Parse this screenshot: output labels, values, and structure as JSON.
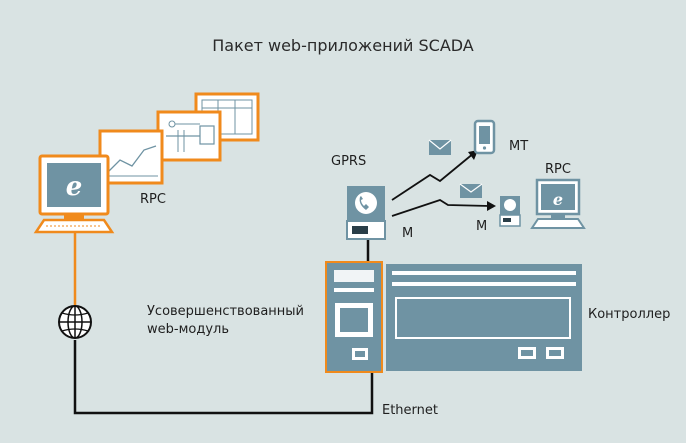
{
  "title": "Пакет web-приложений SCADA",
  "labels": {
    "rpc_left": "RPC",
    "rpc_right": "RPC",
    "gprs": "GPRS",
    "mt": "MT",
    "m_center": "M",
    "m_right": "M",
    "web_module": "Усовершенствованный\nweb-модуль",
    "web_module_line1": "Усовершенствованный",
    "web_module_line2": "web-модуль",
    "controller": "Контроллер",
    "ethernet": "Ethernet"
  },
  "colors": {
    "background": "#d9e3e3",
    "device_blue": "#6f93a3",
    "device_dark": "#5a7e8e",
    "link_orange": "#f08a1c",
    "cable_black": "#111111",
    "screen": "#ffffff"
  }
}
